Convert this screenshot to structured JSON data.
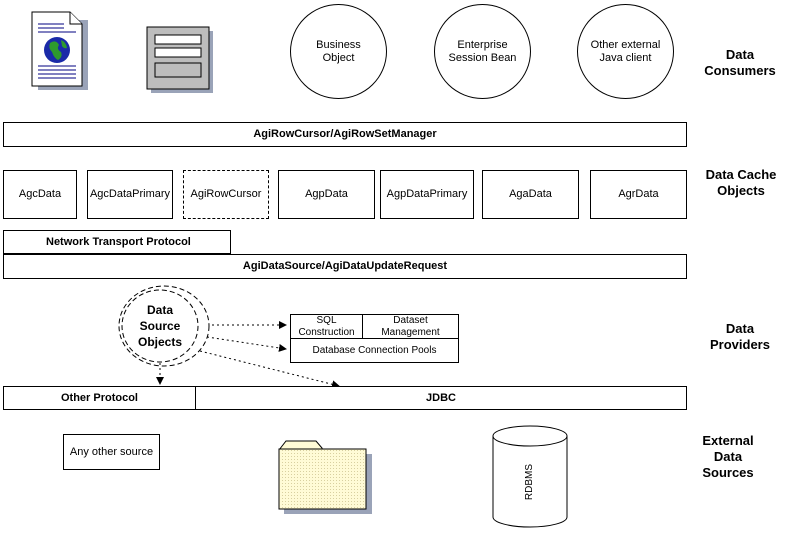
{
  "consumers": {
    "business_object": "Business Object",
    "ejb": "Enterprise Session Bean",
    "java_client": "Other external Java client",
    "icons": [
      "web-page-icon",
      "form-window-icon"
    ]
  },
  "layer_labels": {
    "consumers": "Data Consumers",
    "cache": "Data Cache Objects",
    "providers": "Data Providers",
    "external": "External Data Sources"
  },
  "rowcursor_bar": "AgiRowCursor/AgiRowSetManager",
  "cache_objects": [
    "AgcData",
    "AgcDataPrimary",
    "AgiRowCursor",
    "AgpData",
    "AgpDataPrimary",
    "AgaData",
    "AgrData"
  ],
  "network_protocol": "Network Transport Protocol",
  "datasource_bar": "AgiDataSource/AgiDataUpdateRequest",
  "ds_objects": "Data Source Objects",
  "providers": {
    "sql": "SQL Construction",
    "dataset": "Dataset Management",
    "pools": "Database Connection Pools"
  },
  "protocol_bar": {
    "other": "Other Protocol",
    "jdbc": "JDBC"
  },
  "sources": {
    "any_other": "Any other source",
    "rdbms": "RDBMS",
    "icons": [
      "folder-icon",
      "database-cylinder-icon"
    ]
  }
}
